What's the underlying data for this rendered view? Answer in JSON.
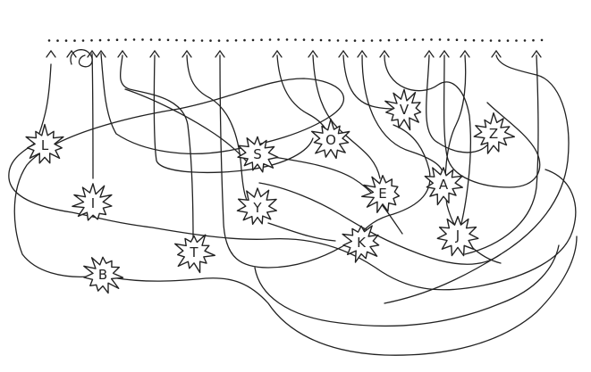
{
  "diagram": {
    "nodes": [
      {
        "id": "L",
        "label": "L"
      },
      {
        "id": "I",
        "label": "I"
      },
      {
        "id": "B",
        "label": "B"
      },
      {
        "id": "T",
        "label": "T"
      },
      {
        "id": "S",
        "label": "S"
      },
      {
        "id": "Y",
        "label": "Y"
      },
      {
        "id": "O",
        "label": "O"
      },
      {
        "id": "V",
        "label": "V"
      },
      {
        "id": "E",
        "label": "E"
      },
      {
        "id": "K",
        "label": "K"
      },
      {
        "id": "A",
        "label": "A"
      },
      {
        "id": "J",
        "label": "J"
      },
      {
        "id": "Z",
        "label": "Z"
      }
    ],
    "colors": {
      "ink": "#222222",
      "paper": "#ffffff"
    }
  }
}
